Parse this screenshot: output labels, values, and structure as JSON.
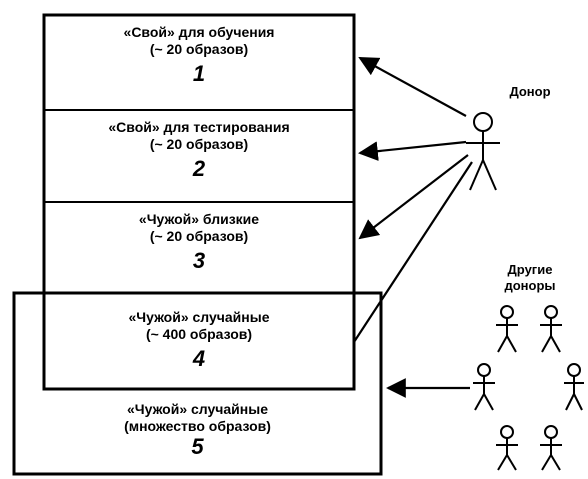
{
  "sections": [
    {
      "line1": "«Свой» для обучения",
      "line2": "(~ 20 образов)",
      "number": "1"
    },
    {
      "line1": "«Свой» для тестирования",
      "line2": "(~ 20 образов)",
      "number": "2"
    },
    {
      "line1": "«Чужой» близкие",
      "line2": "(~ 20 образов)",
      "number": "3"
    },
    {
      "line1": "«Чужой» случайные",
      "line2": "(~ 400 образов)",
      "number": "4"
    },
    {
      "line1": "«Чужой» случайные",
      "line2": "(множество образов)",
      "number": "5"
    }
  ],
  "actors": {
    "donor": "Донор",
    "others_line1": "Другие",
    "others_line2": "доноры"
  }
}
